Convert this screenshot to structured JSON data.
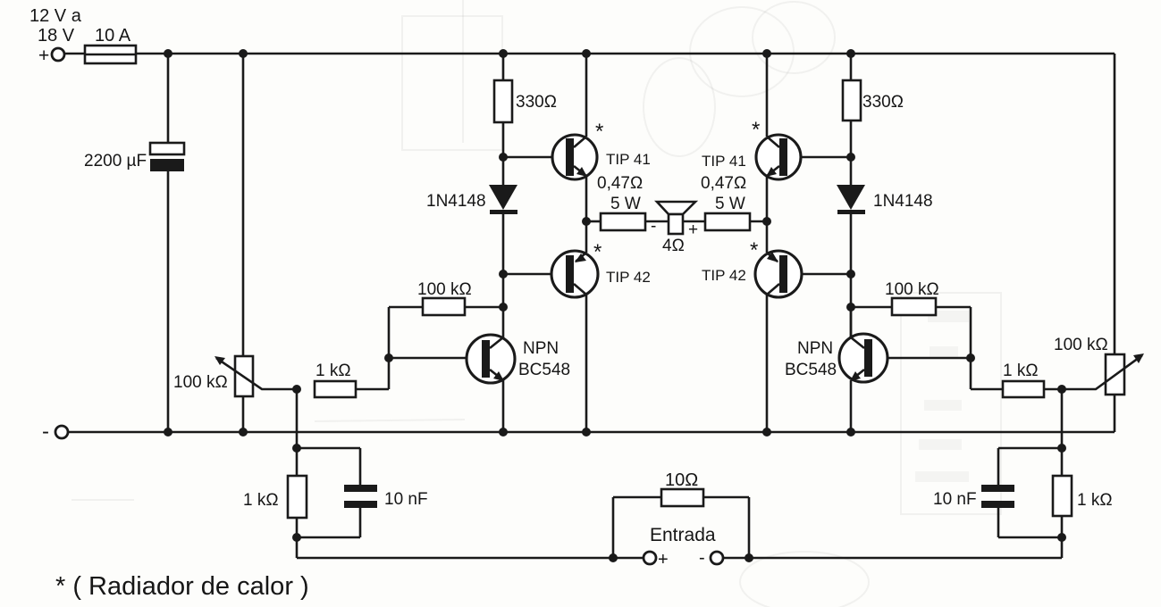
{
  "schematic": {
    "power": {
      "voltage_line1": "12 V a",
      "voltage_line2": "18 V",
      "positive_mark": "+",
      "negative_mark": "-",
      "fuse_rating": "10 A",
      "filter_capacitor": "2200 µF"
    },
    "output_stage": {
      "heatsink_mark": "*",
      "left": {
        "bias_resistor": "330Ω",
        "bias_diode": "1N4148",
        "npn_power": "TIP 41",
        "pnp_power": "TIP 42",
        "emitter_resistor": "0,47Ω",
        "emitter_resistor_power": "5 W"
      },
      "right": {
        "bias_resistor": "330Ω",
        "bias_diode": "1N4148",
        "npn_power": "TIP 41",
        "pnp_power": "TIP 42",
        "emitter_resistor": "0,47Ω",
        "emitter_resistor_power": "5 W"
      }
    },
    "speaker": {
      "impedance": "4Ω",
      "minus_mark": "-",
      "plus_mark": "+"
    },
    "driver_stage": {
      "left": {
        "type": "NPN",
        "part": "BC548",
        "feedback_resistor": "100 kΩ",
        "base_resistor": "1 kΩ",
        "bias_pot": "100 kΩ"
      },
      "right": {
        "type": "NPN",
        "part": "BC548",
        "feedback_resistor": "100 kΩ",
        "base_resistor": "1 kΩ",
        "bias_pot": "100 kΩ"
      }
    },
    "input_network": {
      "left": {
        "resistor": "1 kΩ",
        "capacitor": "10 nF"
      },
      "right": {
        "resistor": "1 kΩ",
        "capacitor": "10 nF"
      },
      "bridge_resistor": "10Ω",
      "label": "Entrada",
      "plus_mark": "+",
      "minus_mark": "-"
    },
    "footnote": "* ( Radiador de calor )"
  }
}
